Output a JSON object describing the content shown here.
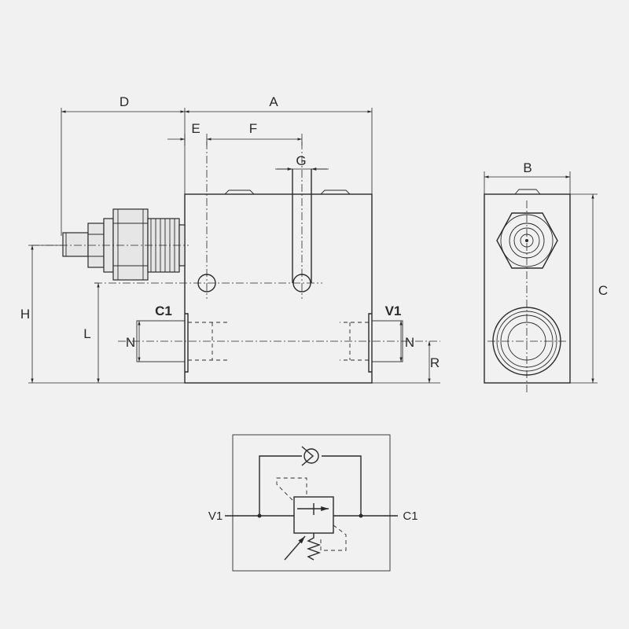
{
  "front_view": {
    "dims": {
      "a": "A",
      "d": "D",
      "e": "E",
      "f": "F",
      "g": "G",
      "h": "H",
      "l": "L",
      "n": "N",
      "r": "R"
    },
    "ports": {
      "left": "C1",
      "right": "V1"
    }
  },
  "side_view": {
    "dims": {
      "b": "B",
      "c": "C"
    }
  },
  "schematic": {
    "ports": {
      "left": "V1",
      "right": "C1"
    }
  },
  "colors": {
    "background": "#f1f1f1",
    "line": "#2a2a2a"
  }
}
